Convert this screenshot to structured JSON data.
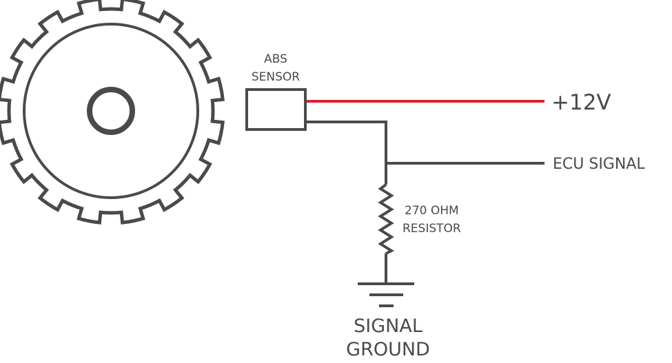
{
  "labels": {
    "sensor_line1": "ABS",
    "sensor_line2": "SENSOR",
    "voltage": "+12V",
    "ecu_signal": "ECU SIGNAL",
    "resistor_line1": "270 OHM",
    "resistor_line2": "RESISTOR",
    "ground_line1": "SIGNAL",
    "ground_line2": "GROUND"
  },
  "colors": {
    "line": "#4a4a4a",
    "power_wire": "#e0202a",
    "background": "#ffffff"
  }
}
